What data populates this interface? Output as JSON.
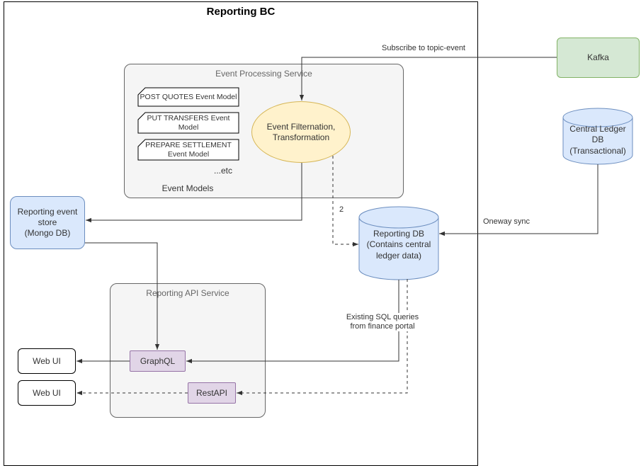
{
  "diagram": {
    "title": "Reporting BC",
    "kafka": {
      "label": "Kafka"
    },
    "central_ledger_db": {
      "label": "Central Ledger\nDB\n(Transactional)"
    },
    "event_processing": {
      "title": "Event Processing Service",
      "models": [
        "POST QUOTES Event Model",
        "PUT TRANSFERS Event\nModel",
        "PREPARE SETTLEMENT\nEvent Model"
      ],
      "etc_label": "...etc",
      "group_label": "Event Models"
    },
    "event_filter": {
      "label": "Event Filternation,\nTransformation"
    },
    "reporting_event_store": {
      "label": "Reporting event\nstore\n(Mongo DB)"
    },
    "reporting_db": {
      "label": "Reporting DB\n(Contains central\nledger data)"
    },
    "reporting_api": {
      "title": "Reporting API Service",
      "graphql_label": "GraphQL",
      "restapi_label": "RestAPI"
    },
    "web_ui_top": {
      "label": "Web UI"
    },
    "web_ui_bottom": {
      "label": "Web UI"
    },
    "edges": {
      "subscribe_label": "Subscribe to topic-event",
      "step_label": "2",
      "oneway_label": "Oneway sync",
      "sql_label": "Existing SQL queries\nfrom finance portal"
    },
    "colors": {
      "green_fill": "#d5e8d4",
      "green_stroke": "#82b366",
      "blue_fill": "#dae8fc",
      "blue_stroke": "#6c8ebf",
      "yellow_fill": "#fff2cc",
      "yellow_stroke": "#d6b656",
      "purple_fill": "#e1d5e7",
      "purple_stroke": "#9673a6",
      "container_fill": "#f5f5f5",
      "container_stroke": "#666666",
      "edge_line": "#333333"
    }
  }
}
